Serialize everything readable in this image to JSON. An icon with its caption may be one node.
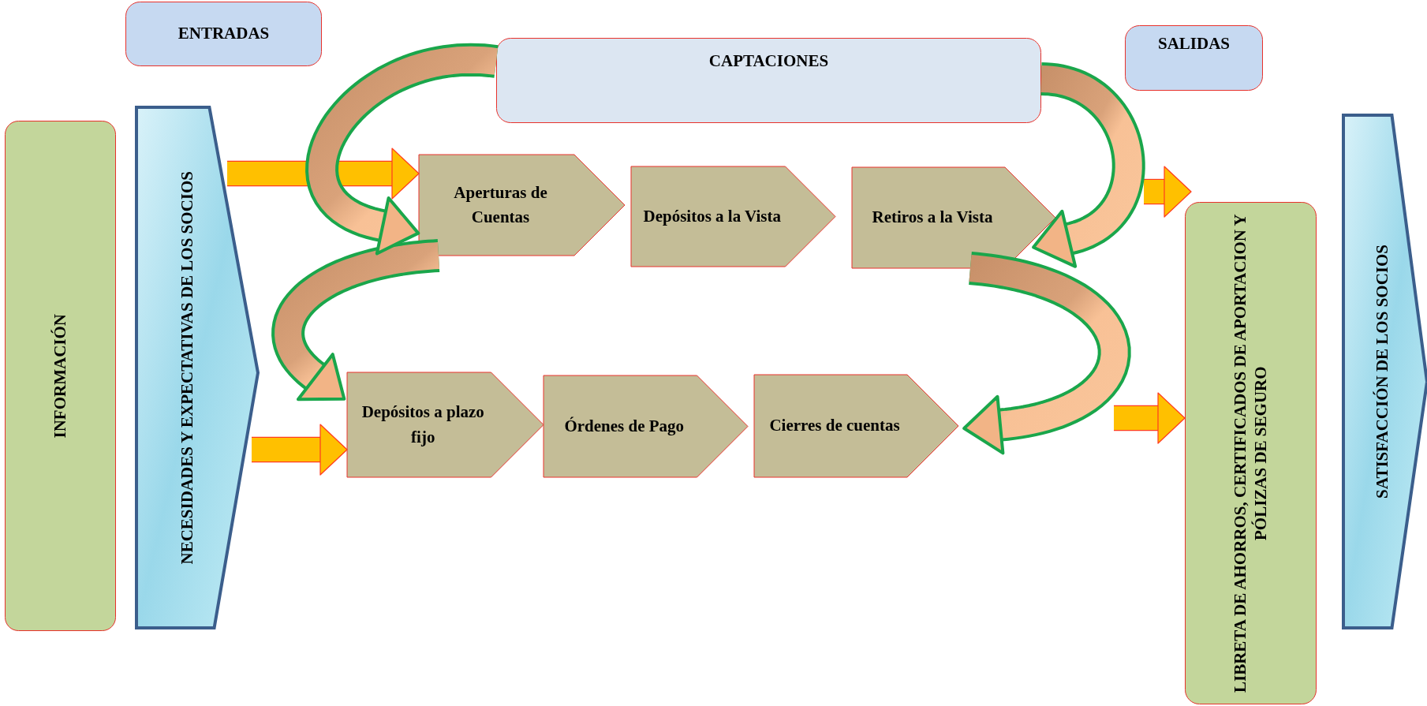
{
  "diagram": {
    "nodes": [
      {
        "text": [
          "ENTRADAS"
        ]
      },
      {
        "text": [
          "CAPTACIONES"
        ]
      },
      {
        "text": [
          "SALIDAS"
        ]
      },
      {
        "text": [
          "INFORMACIÓN"
        ]
      },
      {
        "text": [
          "NECESIDADES Y EXPECTATIVAS DE LOS SOCIOS"
        ]
      },
      {
        "text": [
          "Aperturas de Cuentas"
        ]
      },
      {
        "text": [
          "Depósitos a la Vista"
        ]
      },
      {
        "text": [
          "Retiros a la Vista"
        ]
      },
      {
        "text": [
          "Depósitos a plazo fijo"
        ]
      },
      {
        "text": [
          "Órdenes de Pago"
        ]
      },
      {
        "text": [
          "Cierres de cuentas"
        ]
      },
      {
        "text": [
          "LIBRETA DE AHORROS, CERTIFICADOS DE APORTACION Y PÓLIZAS DE SEGURO"
        ]
      },
      {
        "text": [
          "SATISFACCIÓN DE LOS SOCIOS"
        ]
      }
    ],
    "edges": [
      {
        "from": 4,
        "to": 5,
        "arrow": "to"
      },
      {
        "from": 4,
        "to": 8,
        "arrow": "to"
      },
      {
        "from": 1,
        "to": 5,
        "arrow": "to"
      },
      {
        "from": 5,
        "to": 8,
        "arrow": "to"
      },
      {
        "from": 1,
        "to": 7,
        "arrow": "to"
      },
      {
        "from": 7,
        "to": 10,
        "arrow": "to"
      },
      {
        "from": null,
        "to": 11,
        "arrow": "to"
      },
      {
        "from": null,
        "to": 11,
        "arrow": "to"
      }
    ]
  }
}
